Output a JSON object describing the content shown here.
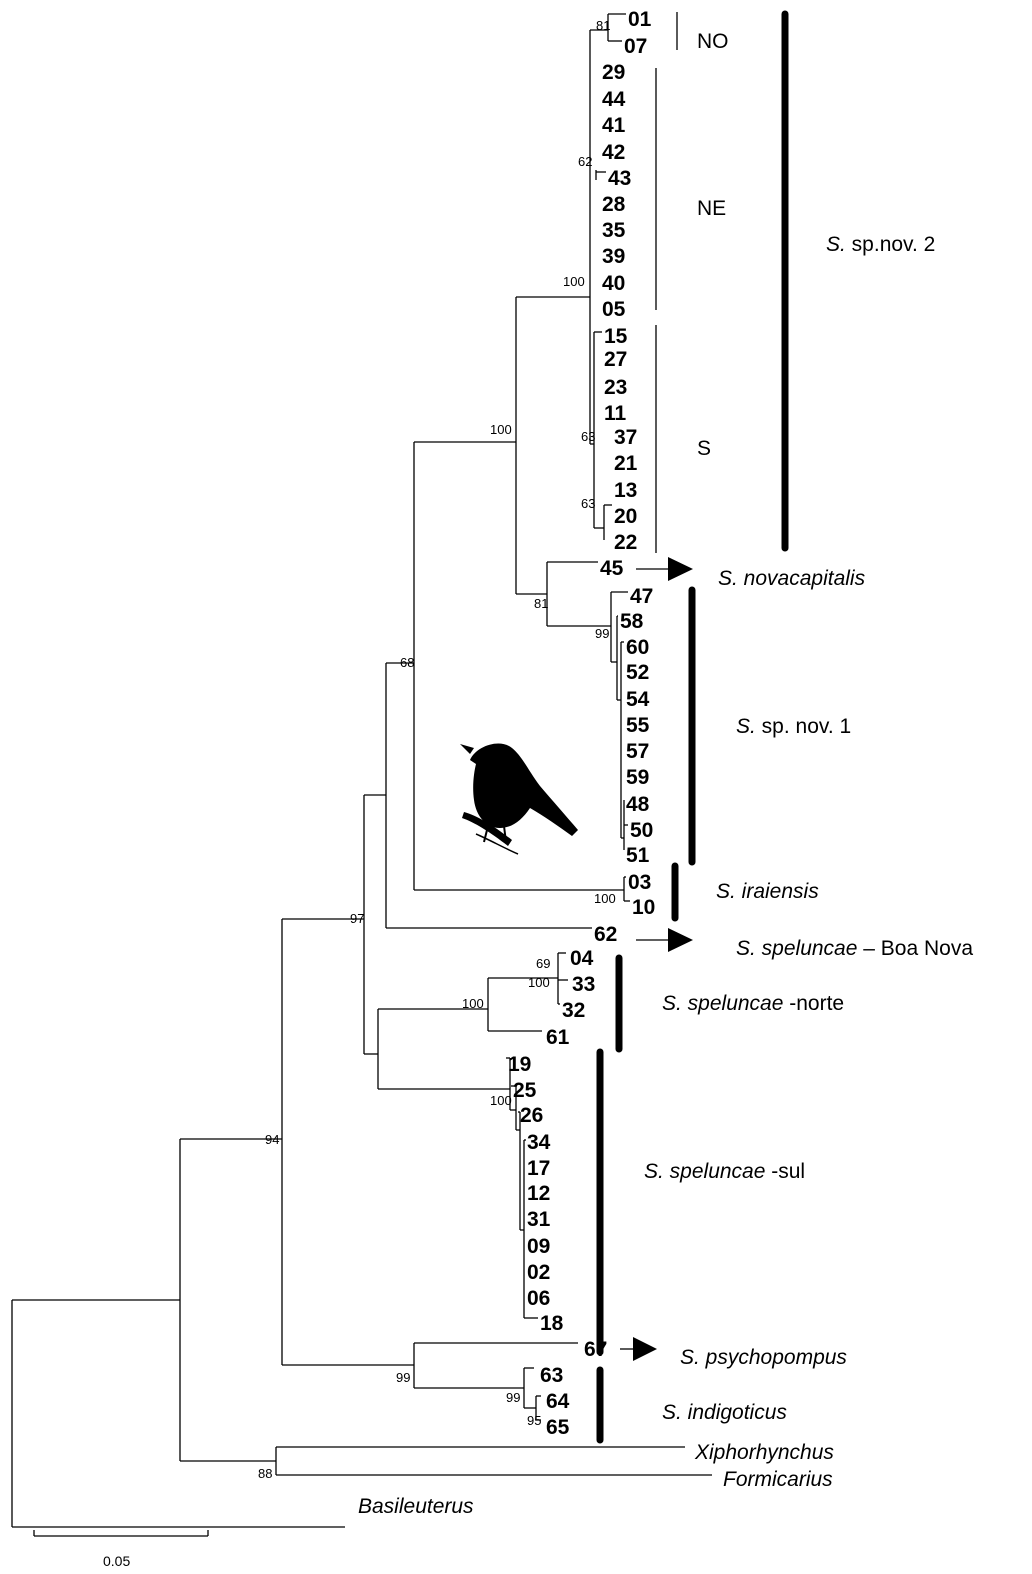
{
  "leaves": [
    {
      "id": "l01",
      "label": "01"
    },
    {
      "id": "l07",
      "label": "07"
    },
    {
      "id": "l29",
      "label": "29"
    },
    {
      "id": "l44",
      "label": "44"
    },
    {
      "id": "l41",
      "label": "41"
    },
    {
      "id": "l42",
      "label": "42"
    },
    {
      "id": "l43",
      "label": "43"
    },
    {
      "id": "l28",
      "label": "28"
    },
    {
      "id": "l35",
      "label": "35"
    },
    {
      "id": "l39",
      "label": "39"
    },
    {
      "id": "l40",
      "label": "40"
    },
    {
      "id": "l05",
      "label": "05"
    },
    {
      "id": "l15",
      "label": "15"
    },
    {
      "id": "l27",
      "label": "27"
    },
    {
      "id": "l23",
      "label": "23"
    },
    {
      "id": "l11",
      "label": "11"
    },
    {
      "id": "l37",
      "label": "37"
    },
    {
      "id": "l21",
      "label": "21"
    },
    {
      "id": "l13",
      "label": "13"
    },
    {
      "id": "l20",
      "label": "20"
    },
    {
      "id": "l22",
      "label": "22"
    },
    {
      "id": "l45",
      "label": "45"
    },
    {
      "id": "l47",
      "label": "47"
    },
    {
      "id": "l58",
      "label": "58"
    },
    {
      "id": "l60",
      "label": "60"
    },
    {
      "id": "l52",
      "label": "52"
    },
    {
      "id": "l54",
      "label": "54"
    },
    {
      "id": "l55",
      "label": "55"
    },
    {
      "id": "l57",
      "label": "57"
    },
    {
      "id": "l59",
      "label": "59"
    },
    {
      "id": "l48",
      "label": "48"
    },
    {
      "id": "l50",
      "label": "50"
    },
    {
      "id": "l51",
      "label": "51"
    },
    {
      "id": "l03",
      "label": "03"
    },
    {
      "id": "l10",
      "label": "10"
    },
    {
      "id": "l62",
      "label": "62"
    },
    {
      "id": "l04",
      "label": "04"
    },
    {
      "id": "l33",
      "label": "33"
    },
    {
      "id": "l32",
      "label": "32"
    },
    {
      "id": "l61",
      "label": "61"
    },
    {
      "id": "l19",
      "label": "19"
    },
    {
      "id": "l25",
      "label": "25"
    },
    {
      "id": "l26",
      "label": "26"
    },
    {
      "id": "l34",
      "label": "34"
    },
    {
      "id": "l17",
      "label": "17"
    },
    {
      "id": "l12",
      "label": "12"
    },
    {
      "id": "l31",
      "label": "31"
    },
    {
      "id": "l09",
      "label": "09"
    },
    {
      "id": "l02",
      "label": "02"
    },
    {
      "id": "l06",
      "label": "06"
    },
    {
      "id": "l18",
      "label": "18"
    },
    {
      "id": "l67",
      "label": "67"
    },
    {
      "id": "l63",
      "label": "63"
    },
    {
      "id": "l64",
      "label": "64"
    },
    {
      "id": "l65",
      "label": "65"
    },
    {
      "id": "lxiph",
      "label": "Xiphorhynchus",
      "italic": true
    },
    {
      "id": "lform",
      "label": "Formicarius",
      "italic": true
    },
    {
      "id": "lbasi",
      "label": "Basileuterus",
      "italic": true
    }
  ],
  "bootstrap": [
    {
      "id": "b81a",
      "label": "81"
    },
    {
      "id": "b62",
      "label": "62"
    },
    {
      "id": "b100a",
      "label": "100"
    },
    {
      "id": "b63a",
      "label": "63"
    },
    {
      "id": "b63b",
      "label": "63"
    },
    {
      "id": "b100b",
      "label": "100"
    },
    {
      "id": "b81b",
      "label": "81"
    },
    {
      "id": "b99a",
      "label": "99"
    },
    {
      "id": "b68",
      "label": "68"
    },
    {
      "id": "b100c",
      "label": "100"
    },
    {
      "id": "b97",
      "label": "97"
    },
    {
      "id": "b69",
      "label": "69"
    },
    {
      "id": "b100d",
      "label": "100"
    },
    {
      "id": "b100e",
      "label": "100"
    },
    {
      "id": "b100f",
      "label": "100"
    },
    {
      "id": "b94",
      "label": "94"
    },
    {
      "id": "b99b",
      "label": "99"
    },
    {
      "id": "b99c",
      "label": "99"
    },
    {
      "id": "b95",
      "label": "95"
    },
    {
      "id": "b88",
      "label": "88"
    }
  ],
  "regions": [
    {
      "id": "rNO",
      "label": "NO"
    },
    {
      "id": "rNE",
      "label": "NE"
    },
    {
      "id": "rS",
      "label": "S"
    }
  ],
  "clades": [
    {
      "id": "csp2",
      "italic": "S.",
      "rest": " sp.nov. 2"
    },
    {
      "id": "cnova",
      "italic": "S. novacapitalis",
      "rest": ""
    },
    {
      "id": "csp1",
      "italic": "S.",
      "rest": " sp. nov. 1"
    },
    {
      "id": "cirai",
      "italic": "S. iraiensis",
      "rest": ""
    },
    {
      "id": "cboa",
      "italic": "S. speluncae",
      "rest": " – Boa Nova"
    },
    {
      "id": "cnorte",
      "italic": "S. speluncae",
      "rest": " -norte"
    },
    {
      "id": "csul",
      "italic": "S. speluncae",
      "rest": " -sul"
    },
    {
      "id": "cpsy",
      "italic": "S. psychopompus",
      "rest": ""
    },
    {
      "id": "cind",
      "italic": "S. indigoticus",
      "rest": ""
    }
  ],
  "scale_bar": {
    "label": "0.05"
  },
  "bird_icon": "bird-silhouette-icon"
}
